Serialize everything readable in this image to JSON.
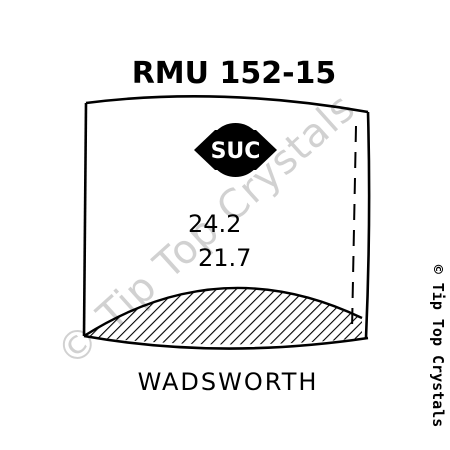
{
  "part_number": "RMU 152-15",
  "logo": {
    "text": "SUC",
    "icon": "suc-diamond-logo",
    "fill_color": "#000000",
    "text_color": "#ffffff"
  },
  "measurements": {
    "primary": "24.2",
    "secondary": "21.7"
  },
  "manufacturer": "WADSWORTH",
  "watermark": {
    "diagonal_text": "© Tip Top Crystals",
    "side_text": "© Tip Top Crystals",
    "color": "#000000"
  },
  "crystal": {
    "icon": "watch-crystal-profile",
    "section_style": "hatched"
  }
}
